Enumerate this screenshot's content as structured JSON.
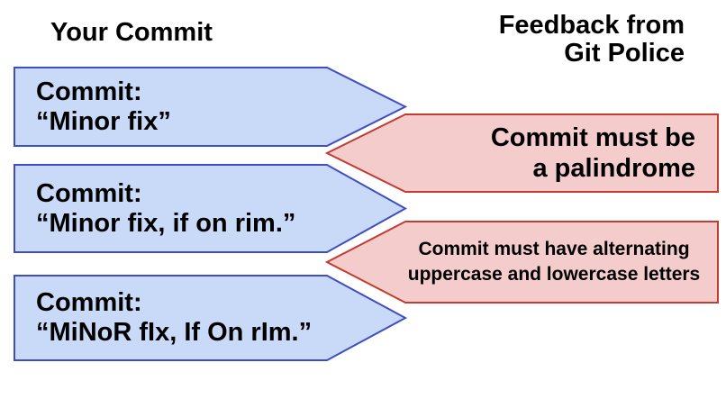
{
  "headers": {
    "left": "Your Commit",
    "right_line1": "Feedback from",
    "right_line2": "Git Police"
  },
  "colors": {
    "commit_fill": "#c9daf8",
    "commit_border": "#3e4ec2",
    "feedback_fill": "#f4cccc",
    "feedback_border": "#c43b2f",
    "text": "#000000",
    "background": "#ffffff"
  },
  "commits": [
    {
      "label": "Commit:",
      "message": "“Minor fix”"
    },
    {
      "label": "Commit:",
      "message": "“Minor fix, if on rim.”"
    },
    {
      "label": "Commit:",
      "message": "“MiNoR fIx, If On rIm.”"
    }
  ],
  "feedback": [
    {
      "line1": "Commit must be",
      "line2": "a palindrome"
    },
    {
      "line1": "Commit must have alternating",
      "line2": "uppercase and lowercase letters"
    }
  ]
}
